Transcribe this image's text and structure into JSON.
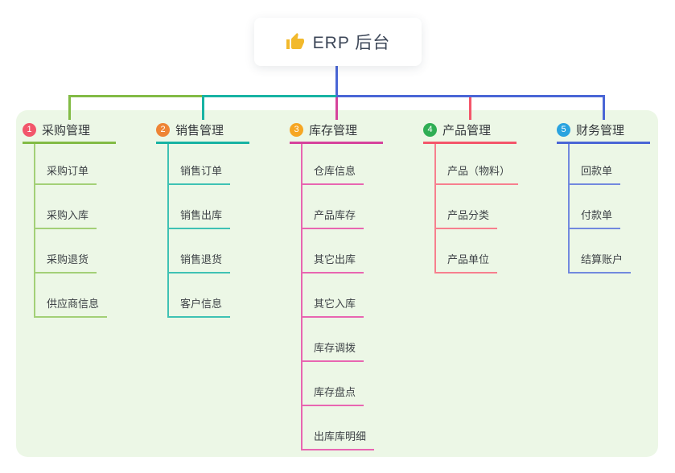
{
  "root": {
    "label": "ERP 后台",
    "icon": "thumbs-up-icon",
    "icon_color": "#f2b92c",
    "line_color": "#4a66d6"
  },
  "panel_color": "#ecf7e6",
  "branches": [
    {
      "num": "1",
      "label": "采购管理",
      "badge_color": "#f2566b",
      "color": "#82bb45",
      "light_color": "#a3d077",
      "children": [
        "采购订单",
        "采购入库",
        "采购退货",
        "供应商信息"
      ]
    },
    {
      "num": "2",
      "label": "销售管理",
      "badge_color": "#ee8435",
      "color": "#17b3a3",
      "light_color": "#3fc2b4",
      "children": [
        "销售订单",
        "销售出库",
        "销售退货",
        "客户信息"
      ]
    },
    {
      "num": "3",
      "label": "库存管理",
      "badge_color": "#f6a623",
      "color": "#d6439c",
      "light_color": "#e866b1",
      "children": [
        "仓库信息",
        "产品库存",
        "其它出库",
        "其它入库",
        "库存调拨",
        "库存盘点",
        "出库库明细"
      ]
    },
    {
      "num": "4",
      "label": "产品管理",
      "badge_color": "#2fae54",
      "color": "#f4566a",
      "light_color": "#f77f8e",
      "children": [
        "产品（物料）",
        "产品分类",
        "产品单位"
      ]
    },
    {
      "num": "5",
      "label": "财务管理",
      "badge_color": "#2aa3df",
      "color": "#4a66d6",
      "light_color": "#7289de",
      "children": [
        "回款单",
        "付款单",
        "结算账户"
      ]
    }
  ]
}
